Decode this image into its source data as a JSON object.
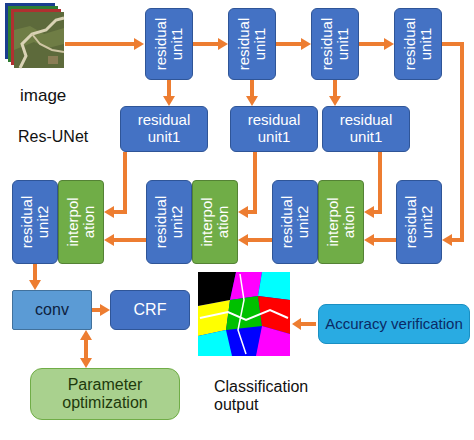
{
  "diagram": {
    "nodes": [
      {
        "text": [
          "residual unit1"
        ]
      },
      {
        "text": [
          "residual unit1"
        ]
      },
      {
        "text": [
          "residual unit1"
        ]
      },
      {
        "text": [
          "residual unit1"
        ]
      },
      {
        "text": [
          "residual unit1"
        ]
      },
      {
        "text": [
          "residual unit1"
        ]
      },
      {
        "text": [
          "residual unit1"
        ]
      },
      {
        "text": [
          "residual unit2"
        ]
      },
      {
        "text": [
          "interpol ation"
        ]
      },
      {
        "text": [
          "residual unit2"
        ]
      },
      {
        "text": [
          "interpol ation"
        ]
      },
      {
        "text": [
          "residual unit2"
        ]
      },
      {
        "text": [
          "interpol ation"
        ]
      },
      {
        "text": [
          "residual unit2"
        ]
      },
      {
        "text": [
          "conv"
        ]
      },
      {
        "text": [
          "CRF"
        ]
      },
      {
        "text": [
          "Accuracy verification"
        ]
      },
      {
        "text": [
          "Parameter optimization"
        ]
      }
    ],
    "edges": [
      {
        "from": 0,
        "to": 1,
        "arrow": "to"
      },
      {
        "from": 1,
        "to": 2,
        "arrow": "to"
      },
      {
        "from": 2,
        "to": 3,
        "arrow": "to"
      },
      {
        "from": 0,
        "to": 4,
        "arrow": "to"
      },
      {
        "from": 1,
        "to": 5,
        "arrow": "to"
      },
      {
        "from": 2,
        "to": 6,
        "arrow": "to"
      },
      {
        "from": 3,
        "to": 13,
        "arrow": "to"
      },
      {
        "from": 13,
        "to": 12,
        "arrow": "to"
      },
      {
        "from": 11,
        "to": 10,
        "arrow": "to"
      },
      {
        "from": 9,
        "to": 8,
        "arrow": "to"
      },
      {
        "from": 6,
        "to": 12,
        "arrow": "to"
      },
      {
        "from": 5,
        "to": 10,
        "arrow": "to"
      },
      {
        "from": 4,
        "to": 8,
        "arrow": "to"
      },
      {
        "from": 7,
        "to": 14,
        "arrow": "to"
      },
      {
        "from": 14,
        "to": 15,
        "arrow": "to"
      },
      {
        "from": 14,
        "to": 17,
        "arrow": "both"
      }
    ],
    "labels": [
      "image",
      "Res-UNet",
      "Classification output"
    ]
  }
}
